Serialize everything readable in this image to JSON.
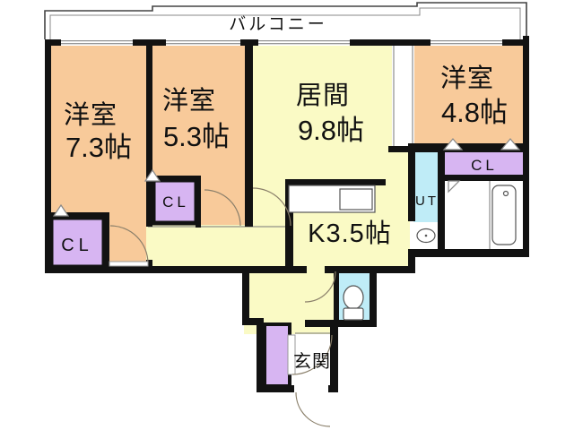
{
  "balcony": {
    "label": "バルコニー"
  },
  "rooms": {
    "bedroom1": {
      "name": "洋室",
      "size": "7.3帖"
    },
    "bedroom2": {
      "name": "洋室",
      "size": "5.3帖"
    },
    "living": {
      "name": "居間",
      "size": "9.8帖"
    },
    "bedroom3": {
      "name": "洋室",
      "size": "4.8帖"
    },
    "kitchen": {
      "label": "K3.5帖"
    },
    "entrance": {
      "label": "玄関"
    },
    "utility": {
      "label": "UT"
    },
    "closet1": {
      "label": "CL"
    },
    "closet2": {
      "label": "CL"
    },
    "closet3": {
      "label": "CL"
    }
  },
  "colors": {
    "room_orange": "#F8CA9A",
    "room_yellow": "#FAFAC5",
    "closet_purple": "#D7B5F2",
    "wet_cyan": "#BFECF7",
    "wall": "#121212",
    "background": "#FFFFFF"
  }
}
